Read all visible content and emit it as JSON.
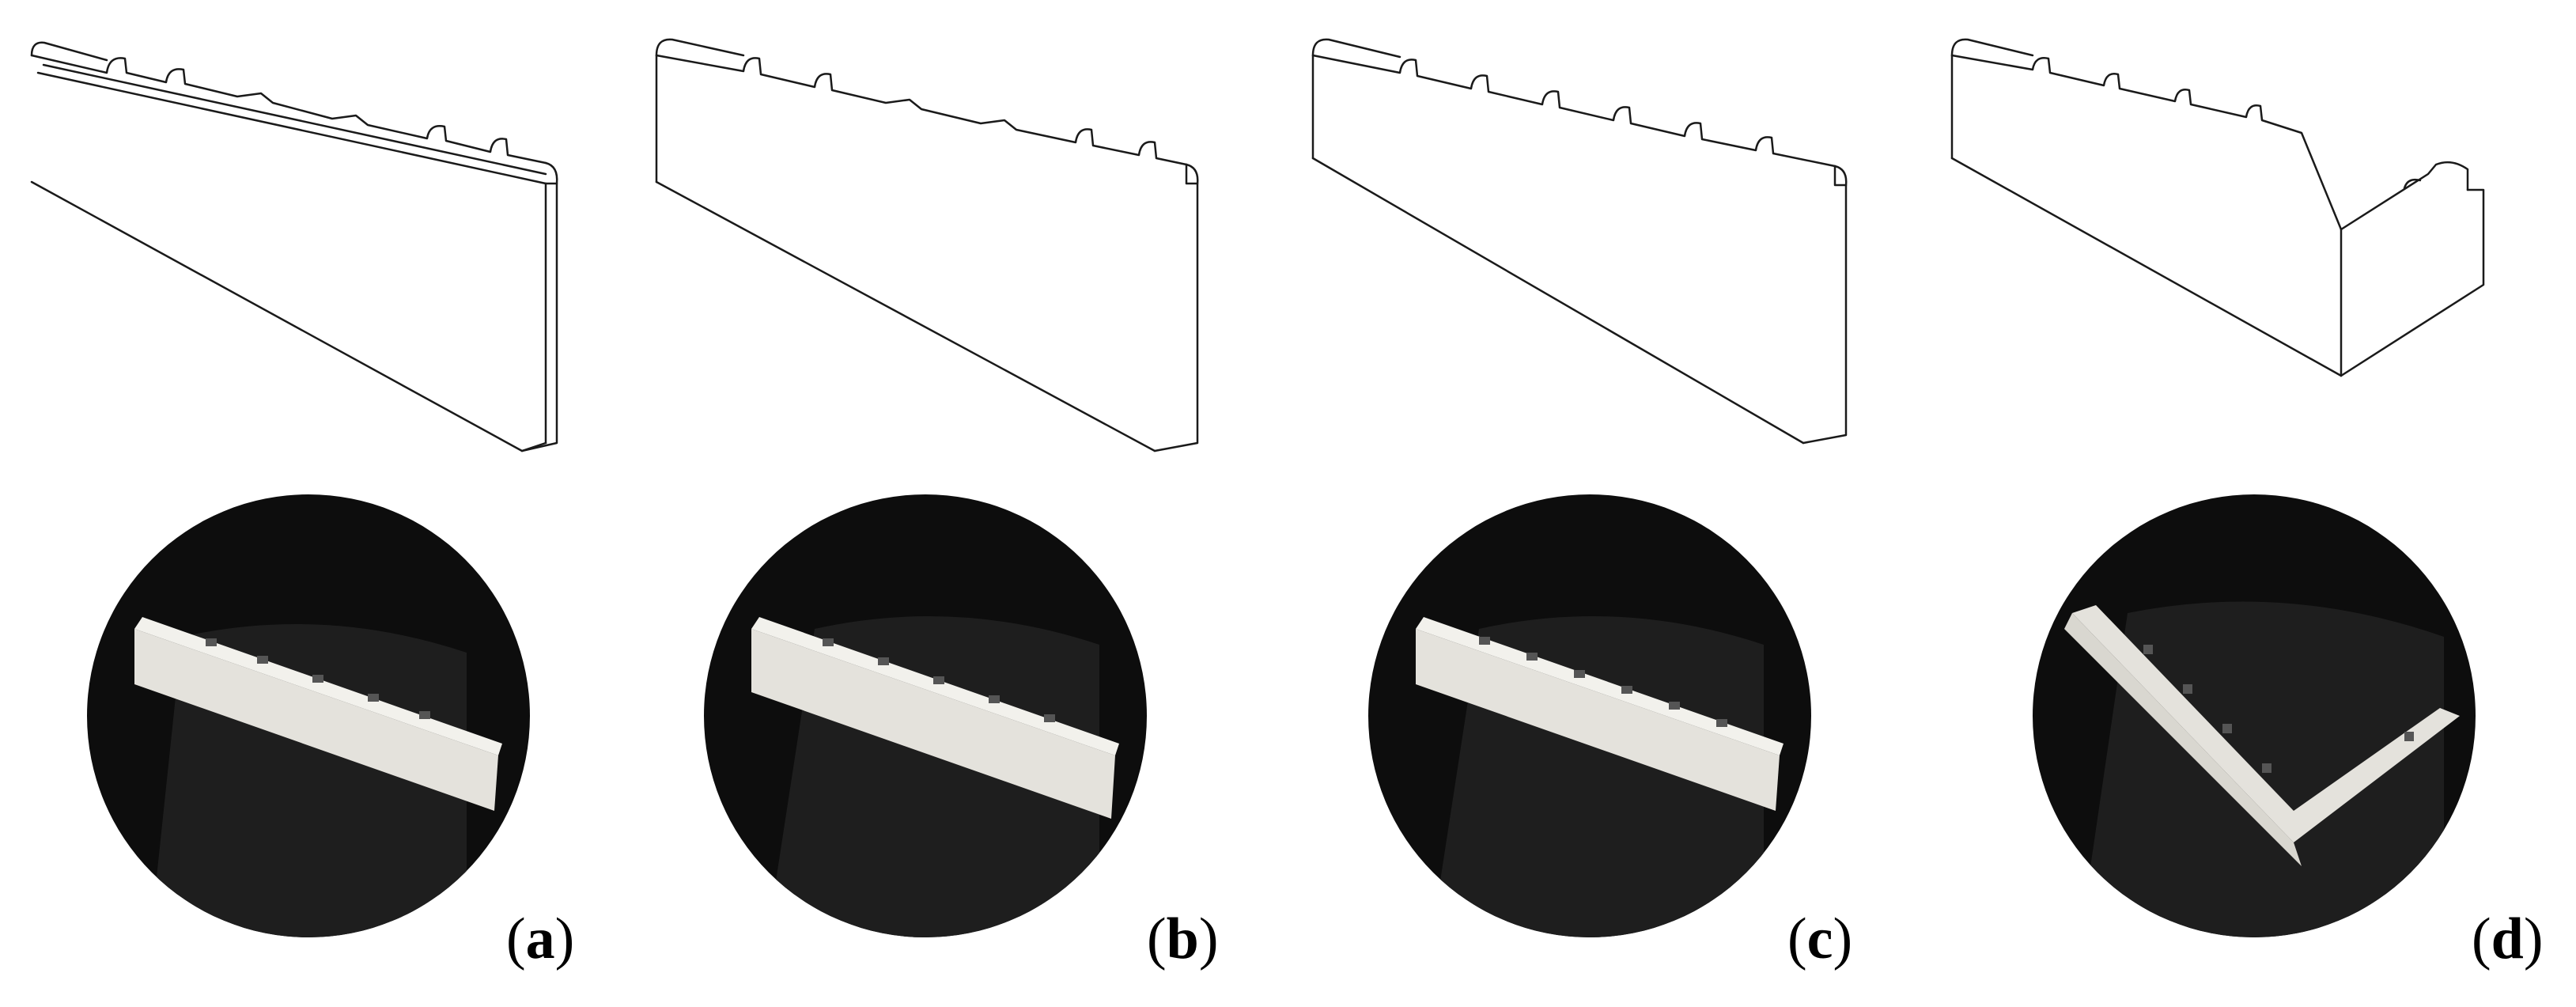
{
  "figure": {
    "panels": [
      {
        "id": "a",
        "label_open": "(",
        "label_letter": "a",
        "label_close": ")"
      },
      {
        "id": "b",
        "label_open": "(",
        "label_letter": "b",
        "label_close": ")"
      },
      {
        "id": "c",
        "label_open": "(",
        "label_letter": "c",
        "label_close": ")"
      },
      {
        "id": "d",
        "label_open": "(",
        "label_letter": "d",
        "label_close": ")"
      }
    ]
  },
  "colors": {
    "line": "#1a1a1a",
    "photo_background": "#0d0d0d",
    "brick": "#e4e2dc"
  }
}
